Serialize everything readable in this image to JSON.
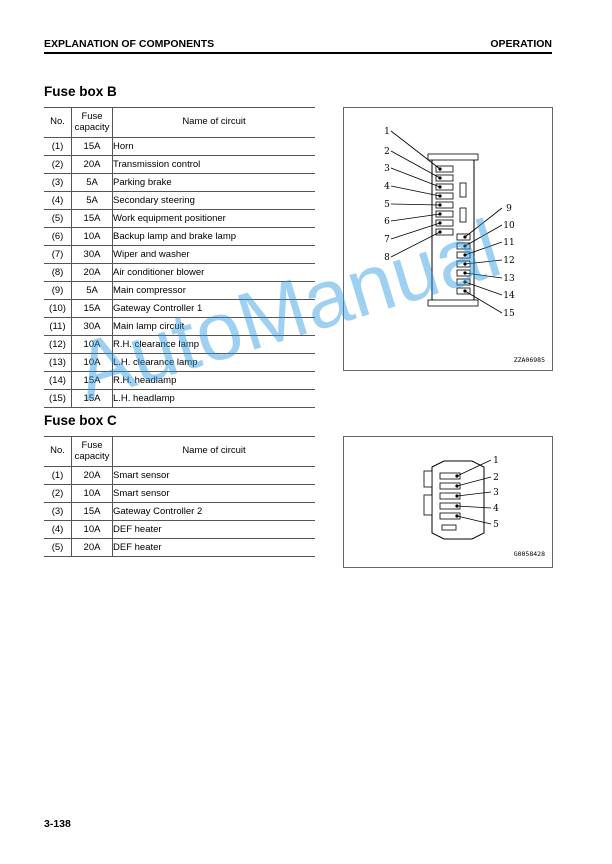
{
  "header": {
    "left": "EXPLANATION OF COMPONENTS",
    "right": "OPERATION"
  },
  "table_headers": {
    "no": "No.",
    "capacity": "Fuse capacity",
    "name": "Name of circuit"
  },
  "fuse_box_b": {
    "title": "Fuse box B",
    "rows": [
      {
        "no": "(1)",
        "cap": "15A",
        "name": "Horn"
      },
      {
        "no": "(2)",
        "cap": "20A",
        "name": "Transmission control"
      },
      {
        "no": "(3)",
        "cap": "5A",
        "name": "Parking brake"
      },
      {
        "no": "(4)",
        "cap": "5A",
        "name": "Secondary steering"
      },
      {
        "no": "(5)",
        "cap": "15A",
        "name": "Work equipment positioner"
      },
      {
        "no": "(6)",
        "cap": "10A",
        "name": "Backup lamp and brake lamp"
      },
      {
        "no": "(7)",
        "cap": "30A",
        "name": "Wiper and washer"
      },
      {
        "no": "(8)",
        "cap": "20A",
        "name": "Air conditioner blower"
      },
      {
        "no": "(9)",
        "cap": "5A",
        "name": "Main compressor"
      },
      {
        "no": "(10)",
        "cap": "15A",
        "name": "Gateway Controller 1"
      },
      {
        "no": "(11)",
        "cap": "30A",
        "name": "Main lamp circuit"
      },
      {
        "no": "(12)",
        "cap": "10A",
        "name": "R.H. clearance lamp"
      },
      {
        "no": "(13)",
        "cap": "10A",
        "name": "L.H. clearance lamp"
      },
      {
        "no": "(14)",
        "cap": "15A",
        "name": "R.H. headlamp"
      },
      {
        "no": "(15)",
        "cap": "15A",
        "name": "L.H. headlamp"
      }
    ],
    "figure": {
      "code": "ZZA06985",
      "left_labels": [
        "1",
        "2",
        "3",
        "4",
        "5",
        "6",
        "7",
        "8"
      ],
      "right_labels": [
        "9",
        "10",
        "11",
        "12",
        "13",
        "14",
        "15"
      ]
    }
  },
  "fuse_box_c": {
    "title": "Fuse box C",
    "rows": [
      {
        "no": "(1)",
        "cap": "20A",
        "name": "Smart sensor"
      },
      {
        "no": "(2)",
        "cap": "10A",
        "name": "Smart sensor"
      },
      {
        "no": "(3)",
        "cap": "15A",
        "name": "Gateway Controller 2"
      },
      {
        "no": "(4)",
        "cap": "10A",
        "name": "DEF heater"
      },
      {
        "no": "(5)",
        "cap": "20A",
        "name": "DEF heater"
      }
    ],
    "figure": {
      "code": "G0058428",
      "labels": [
        "1",
        "2",
        "3",
        "4",
        "5"
      ]
    }
  },
  "watermark": "AutoManual",
  "page_number": "3-138"
}
